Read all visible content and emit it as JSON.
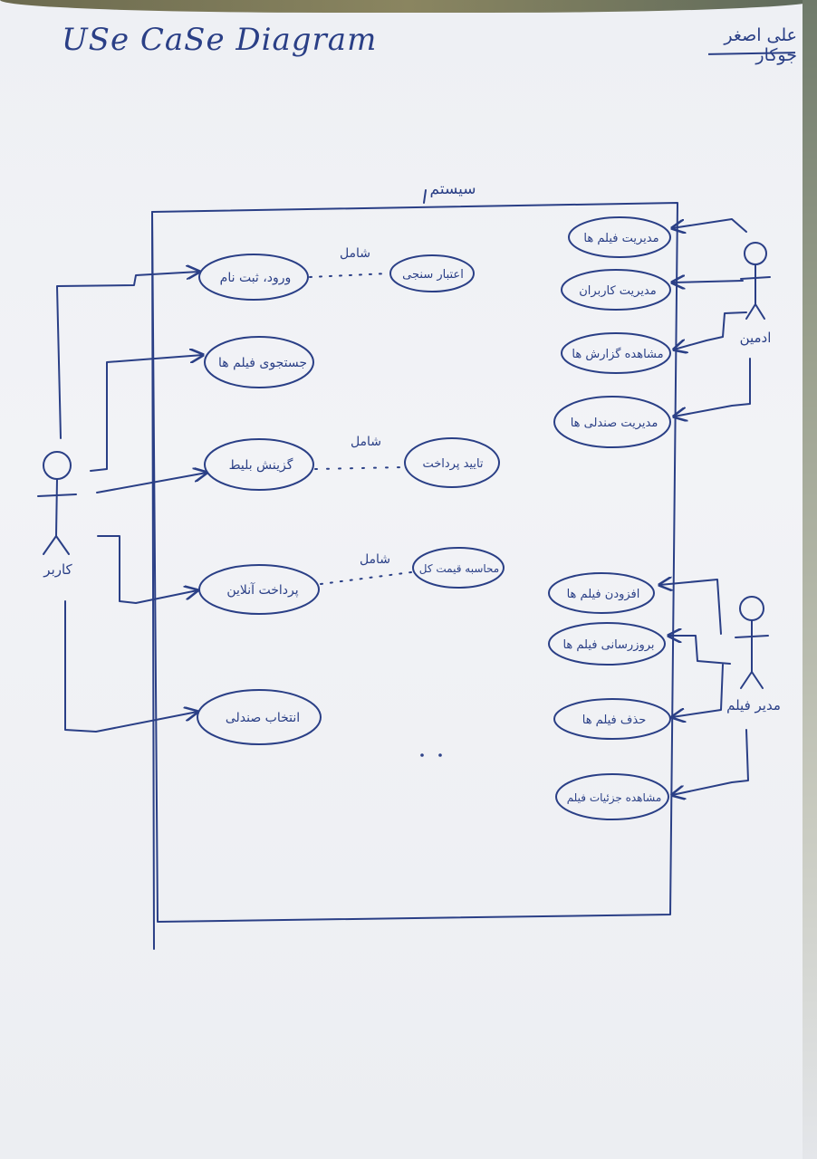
{
  "header": {
    "title": "USe CaSe Diagram",
    "author": "علی اصغر جوکار"
  },
  "system": {
    "label": "سیستم"
  },
  "actors": {
    "user": "کاربر",
    "admin": "ادمین",
    "film_manager": "مدیر فیلم"
  },
  "user_cases": {
    "login": "ورود، ثبت نام",
    "search": "جستجوی فیلم ها",
    "booking": "گزینش بلیط",
    "online_payment": "پرداخت آنلاین",
    "seat_selection": "انتخاب صندلی"
  },
  "include_cases": {
    "validation": "اعتبار سنجی",
    "payment_confirm": "تایید پرداخت",
    "total_price": "محاسبه قیمت کل"
  },
  "include_label": "شامل",
  "admin_cases": {
    "manage_films": "مدیریت فیلم ها",
    "manage_users": "مدیریت کاربران",
    "view_reports": "مشاهده گزارش ها",
    "manage_seats": "مدیریت صندلی ها"
  },
  "film_manager_cases": {
    "add_films": "افزودن فیلم ها",
    "update_films": "بروزرسانی فیلم ها",
    "delete_films": "حذف فیلم ها",
    "film_details": "مشاهده جزئیات فیلم"
  }
}
